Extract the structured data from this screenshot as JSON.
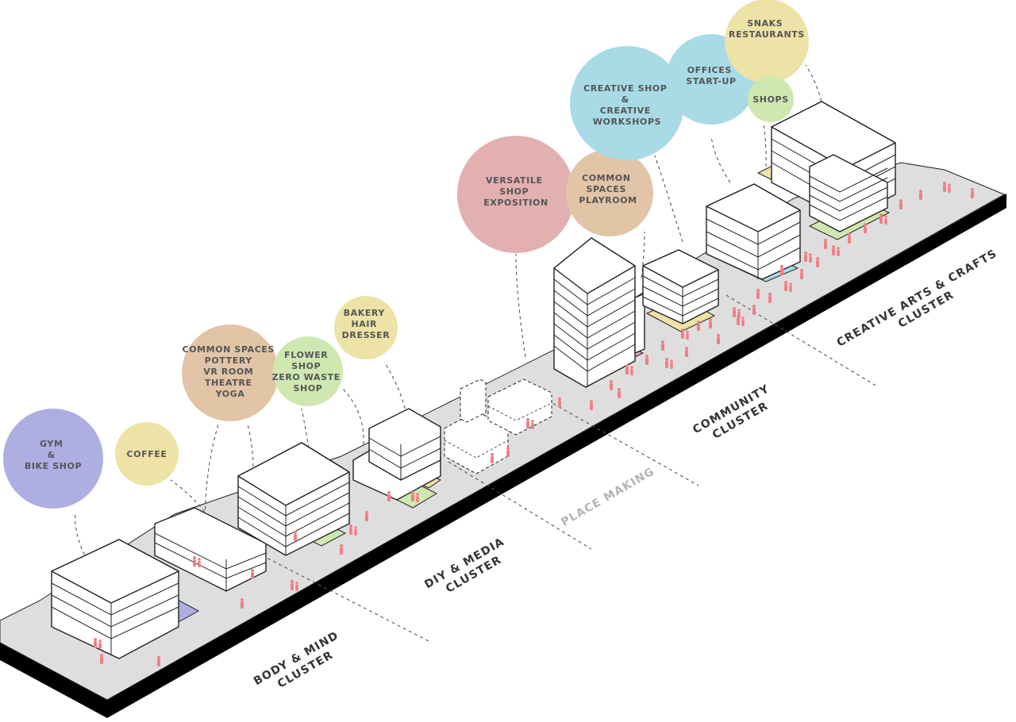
{
  "bubbles": [
    {
      "id": "gym",
      "lines": [
        "GYM",
        "&",
        "BIKE SHOP"
      ],
      "color": "#aeaee2"
    },
    {
      "id": "coffee",
      "lines": [
        "COFFEE"
      ],
      "color": "#ede3a6"
    },
    {
      "id": "common-pottery",
      "lines": [
        "COMMON SPACES",
        "POTTERY",
        "VR ROOM",
        "THEATRE",
        "YOGA"
      ],
      "color": "#e2c4a6"
    },
    {
      "id": "flower",
      "lines": [
        "FLOWER",
        "SHOP",
        "ZERO WASTE",
        "SHOP"
      ],
      "color": "#cfe8b2"
    },
    {
      "id": "bakery",
      "lines": [
        "BAKERY",
        "HAIR",
        "DRESSER"
      ],
      "color": "#ede3a6"
    },
    {
      "id": "versatile",
      "lines": [
        "VERSATILE",
        "SHOP",
        "EXPOSITION"
      ],
      "color": "#e2b0b0"
    },
    {
      "id": "common-playroom",
      "lines": [
        "COMMON",
        "SPACES",
        "PLAYROOM"
      ],
      "color": "#e2c4a6"
    },
    {
      "id": "creative-shop",
      "lines": [
        "CREATIVE SHOP",
        "&",
        "CREATIVE",
        "WORKSHOPS"
      ],
      "color": "#a8dbe6"
    },
    {
      "id": "offices",
      "lines": [
        "OFFICES",
        "START-UP"
      ],
      "color": "#a8dbe6"
    },
    {
      "id": "snaks",
      "lines": [
        "SNAKS",
        "RESTAURANTS"
      ],
      "color": "#ede3a6"
    },
    {
      "id": "shops",
      "lines": [
        "SHOPS"
      ],
      "color": "#cfe8b2"
    }
  ],
  "clusters": [
    {
      "id": "body-mind",
      "lines": [
        "BODY & MIND",
        "CLUSTER"
      ]
    },
    {
      "id": "diy-media",
      "lines": [
        "DIY & MEDIA",
        "CLUSTER"
      ]
    },
    {
      "id": "place-making",
      "lines": [
        "PLACE MAKING"
      ]
    },
    {
      "id": "community",
      "lines": [
        "COMMUNITY",
        "CLUSTER"
      ]
    },
    {
      "id": "creative-arts",
      "lines": [
        "CREATIVE ARTS & CRAFTS",
        "CLUSTER"
      ]
    }
  ],
  "colors": {
    "ground": "#dedede",
    "base": "#000000",
    "people": "#f07f86",
    "outline": "#222222"
  }
}
